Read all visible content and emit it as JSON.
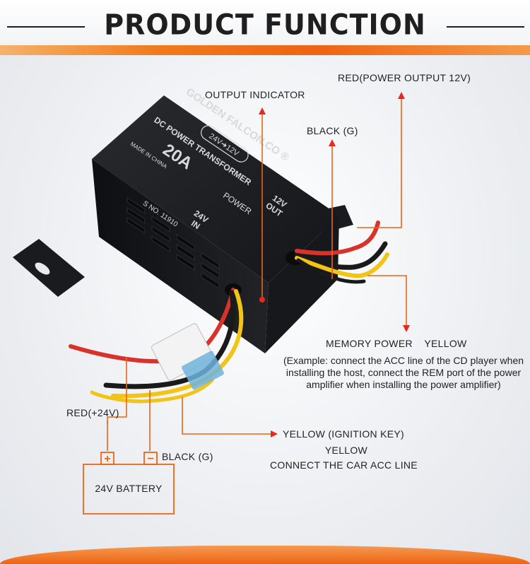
{
  "title": "PRODUCT FUNCTION",
  "device": {
    "brand": "GOLDEN FALCON.CO ®",
    "voltage_badge": "24V➜12V",
    "type": "DC POWER TRANSFORMER",
    "rating": "20A",
    "origin": "MADE IN CHINA",
    "power_label": "POWER",
    "out_label_line1": "12V",
    "out_label_line2": "OUT",
    "in_label_line1": "24V",
    "in_label_line2": "IN",
    "serial": "S NO. 11910"
  },
  "labels": {
    "output_indicator": "OUTPUT INDICATOR",
    "red_output": "RED(POWER OUTPUT 12V)",
    "black_g_top": "BLACK (G)",
    "memory_power": "MEMORY POWER    YELLOW",
    "memory_note": "(Example: connect the ACC line of the CD player when installing the host, connect the REM port of the power amplifier when installing the power amplifier)",
    "red_24v": "RED(+24V)",
    "black_g_bottom": "BLACK (G)",
    "yellow_ignition": "YELLOW  (IGNITION KEY)",
    "yellow": "YELLOW",
    "connect_acc": "CONNECT THE CAR ACC LINE",
    "battery": "24V BATTERY",
    "plus": "+",
    "minus": "−"
  },
  "colors": {
    "accent_orange": "#ee6412",
    "arrow_red": "#e8281c",
    "wire_red": "#d8322a",
    "wire_yellow": "#f2c416",
    "wire_black": "#1a1a1a",
    "device_body": "#1c1d20"
  }
}
